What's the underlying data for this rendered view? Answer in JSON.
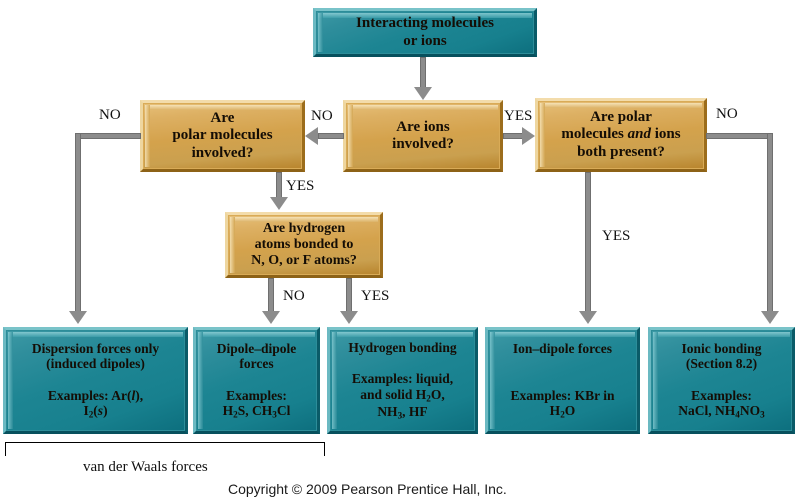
{
  "diagram": {
    "title": "Interacting molecules or ions flowchart",
    "colors": {
      "decision_box": "#d4a24c",
      "result_box": "#17808e",
      "connector": "#8c8c8c",
      "background": "#ffffff"
    },
    "start": {
      "line1": "Interacting molecules",
      "line2": "or ions"
    },
    "decisions": [
      {
        "id": "polar-molecules",
        "line1": "Are",
        "line2": "polar molecules",
        "line3": "involved?"
      },
      {
        "id": "ions-involved",
        "line1": "Are ions",
        "line2": "involved?"
      },
      {
        "id": "polar-and-ions",
        "line1": "Are polar",
        "line2_pre": "molecules ",
        "line2_italic": "and",
        "line2_post": " ions",
        "line3": "both present?"
      },
      {
        "id": "hydrogen-atoms",
        "line1": "Are hydrogen",
        "line2": "atoms bonded to",
        "line3": "N, O, or F atoms?"
      }
    ],
    "edge_labels": {
      "ions_no": "NO",
      "ions_yes": "YES",
      "polar_no": "NO",
      "polar_yes": "YES",
      "polar_ions_no": "NO",
      "polar_ions_yes": "YES",
      "hydrogen_no": "NO",
      "hydrogen_yes": "YES"
    },
    "results": [
      {
        "id": "dispersion-forces",
        "title1": "Dispersion forces only",
        "title2": "(induced dipoles)",
        "ex_line1_pre": "Examples: Ar(",
        "ex_line1_italic": "l",
        "ex_line1_post": "),",
        "ex_line2_pre": "I",
        "ex_line2_sub": "2",
        "ex_line2_mid": "(",
        "ex_line2_italic": "s",
        "ex_line2_post": ")"
      },
      {
        "id": "dipole-dipole",
        "title1": "Dipole–dipole",
        "title2": "forces",
        "ex_label": "Examples:",
        "ex_h": "H",
        "ex_h_sub": "2",
        "ex_s": "S, CH",
        "ex_c_sub": "3",
        "ex_cl": "Cl"
      },
      {
        "id": "hydrogen-bonding",
        "title1": "Hydrogen bonding",
        "ex_line1": "Examples: liquid,",
        "ex_line2_pre": "and solid H",
        "ex_line2_sub": "2",
        "ex_line2_post": "O,",
        "ex_line3_pre": "NH",
        "ex_line3_sub": "3",
        "ex_line3_post": ", HF"
      },
      {
        "id": "ion-dipole",
        "title1": "Ion–dipole forces",
        "ex_line1": "Examples: KBr in",
        "ex_line2_pre": "H",
        "ex_line2_sub": "2",
        "ex_line2_post": "O"
      },
      {
        "id": "ionic-bonding",
        "title1": "Ionic bonding",
        "title2": "(Section 8.2)",
        "ex_label": "Examples:",
        "ex_line2_pre": "NaCl, NH",
        "ex_line2_sub1": "4",
        "ex_line2_mid": "NO",
        "ex_line2_sub2": "3"
      }
    ],
    "bracket_caption": "van der Waals forces",
    "copyright": "Copyright © 2009 Pearson Prentice Hall, Inc."
  }
}
